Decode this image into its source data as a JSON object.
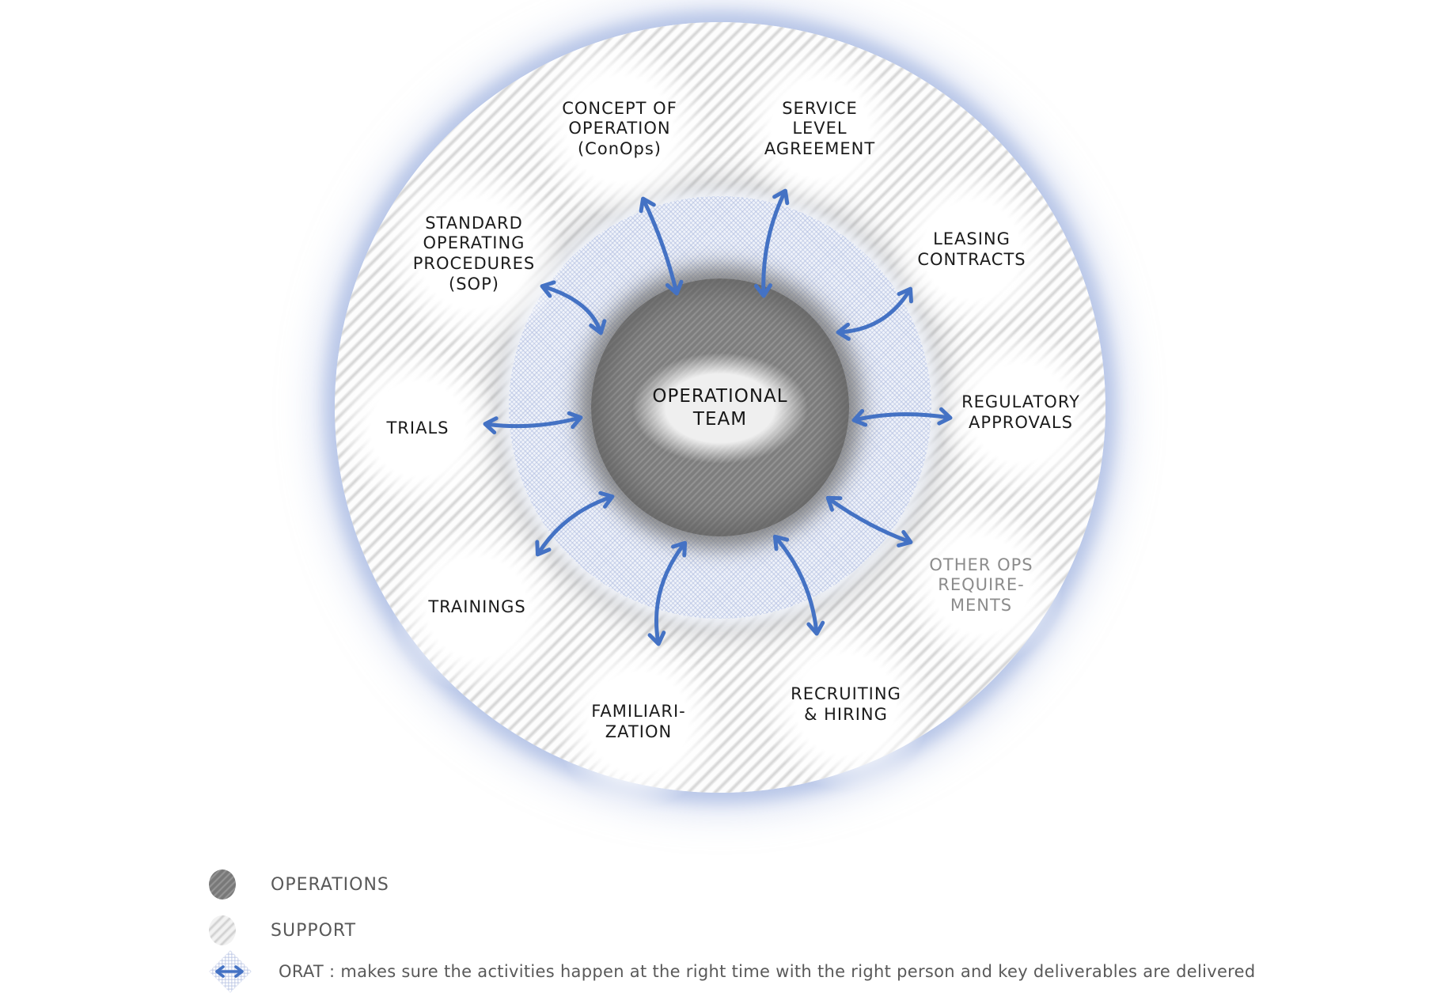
{
  "diagram": {
    "center": {
      "label": "OPERATIONAL\nTEAM"
    },
    "satellites": [
      {
        "id": "conops",
        "label": "CONCEPT OF\nOPERATION\n(ConOps)"
      },
      {
        "id": "sla",
        "label": "SERVICE\nLEVEL\nAGREEMENT"
      },
      {
        "id": "sop",
        "label": "STANDARD\nOPERATING\nPROCEDURES\n(SOP)"
      },
      {
        "id": "leasing",
        "label": "LEASING\nCONTRACTS"
      },
      {
        "id": "trials",
        "label": "TRIALS"
      },
      {
        "id": "regulatory",
        "label": "REGULATORY\nAPPROVALS"
      },
      {
        "id": "trainings",
        "label": "TRAININGS"
      },
      {
        "id": "other-ops",
        "label": "OTHER OPS\nREQUIRE-\nMENTS",
        "muted": true
      },
      {
        "id": "familiarization",
        "label": "FAMILIARI-\nZATION"
      },
      {
        "id": "recruiting",
        "label": "RECRUITING\n& HIRING"
      }
    ],
    "colors": {
      "arrow_blue": "#4472c4",
      "glow_blue": "#b9c7e8",
      "operations_gray": "#7d7d7d",
      "support_stripe_gray": "#d7d7d7",
      "muted_text_gray": "#8c8c8c",
      "legend_text_gray": "#595959"
    }
  },
  "legend": {
    "operations_label": "OPERATIONS",
    "support_label": "SUPPORT",
    "orat_label": "ORAT : makes sure the activities happen at the right time with the right person and key deliverables are delivered"
  }
}
